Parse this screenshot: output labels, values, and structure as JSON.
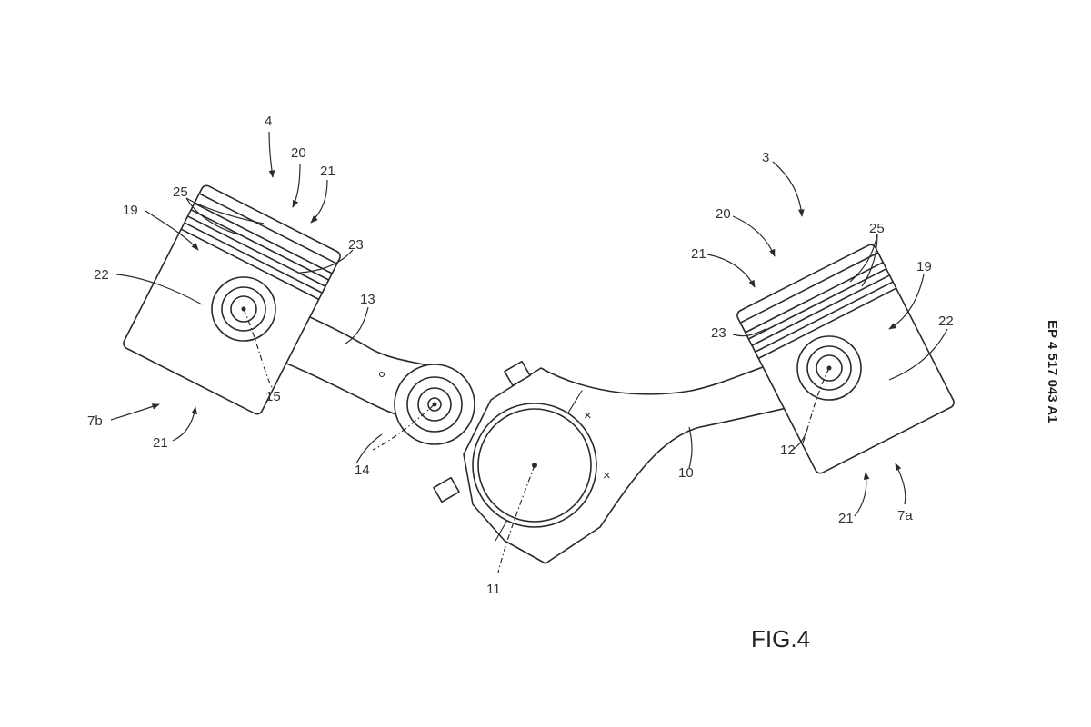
{
  "figure": {
    "label": "FIG.4",
    "publication_number": "EP 4 517 043 A1"
  },
  "refs": {
    "r4": "4",
    "r20_left": "20",
    "r21_left_top": "21",
    "r25_left": "25",
    "r19_left": "19",
    "r23_left": "23",
    "r22_left": "22",
    "r13": "13",
    "r15": "15",
    "r7b": "7b",
    "r21_left_bottom": "21",
    "r14": "14",
    "r11": "11",
    "r10": "10",
    "r3": "3",
    "r20_right": "20",
    "r25_right": "25",
    "r21_right_top": "21",
    "r19_right": "19",
    "r22_right": "22",
    "r23_right": "23",
    "r12": "12",
    "r21_right_bottom": "21",
    "r7a": "7a"
  }
}
